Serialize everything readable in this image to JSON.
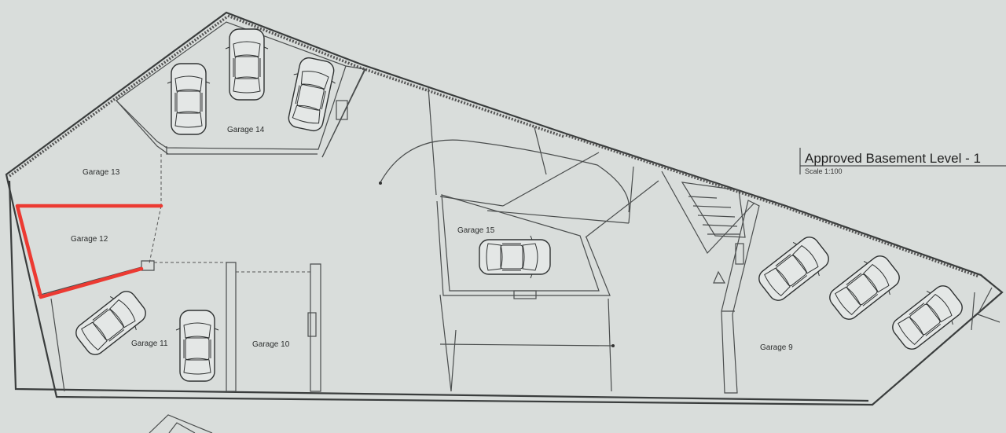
{
  "drawing": {
    "title": "Approved Basement Level - 1",
    "scale": "Scale 1:100"
  },
  "garages": [
    {
      "id": "g9",
      "label": "Garage 9"
    },
    {
      "id": "g10",
      "label": "Garage 10"
    },
    {
      "id": "g11",
      "label": "Garage 11"
    },
    {
      "id": "g12",
      "label": "Garage 12"
    },
    {
      "id": "g13",
      "label": "Garage 13"
    },
    {
      "id": "g14",
      "label": "Garage 14"
    },
    {
      "id": "g15",
      "label": "Garage 15"
    }
  ],
  "highlight": {
    "garage": "Garage 12",
    "color": "#ec3a32"
  },
  "colors": {
    "paper": "#d9dddb",
    "ink": "#3a3d3d"
  }
}
